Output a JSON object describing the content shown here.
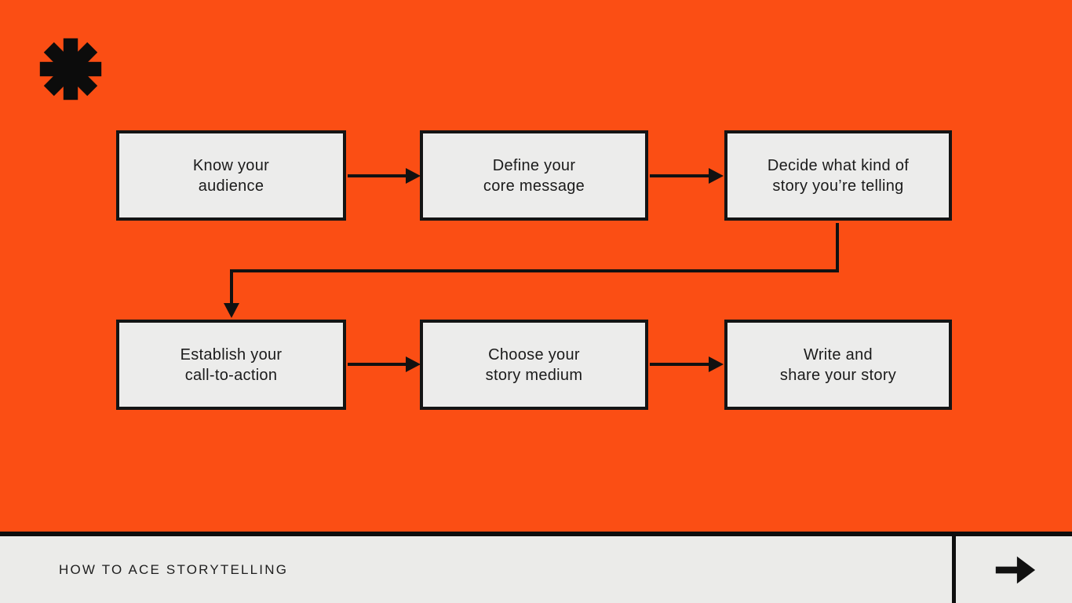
{
  "colors": {
    "background_orange": "#FB4E14",
    "box_fill": "#ECECEB",
    "line_black": "#141414",
    "footer_bar": "#EBEBE9"
  },
  "logo": {
    "icon": "asterisk-icon"
  },
  "flowchart": {
    "boxes": [
      {
        "id": 1,
        "lines": [
          "Know your",
          "audience"
        ]
      },
      {
        "id": 2,
        "lines": [
          "Define your",
          "core message"
        ]
      },
      {
        "id": 3,
        "lines": [
          "Decide what kind of",
          "story you’re telling"
        ]
      },
      {
        "id": 4,
        "lines": [
          "Establish your",
          "call-to-action"
        ]
      },
      {
        "id": 5,
        "lines": [
          "Choose your",
          "story medium"
        ]
      },
      {
        "id": 6,
        "lines": [
          "Write and",
          "share your story"
        ]
      }
    ],
    "edges": [
      {
        "from": 1,
        "to": 2
      },
      {
        "from": 2,
        "to": 3
      },
      {
        "from": 3,
        "to": 4
      },
      {
        "from": 4,
        "to": 5
      },
      {
        "from": 5,
        "to": 6
      }
    ]
  },
  "footer": {
    "title": "HOW TO ACE STORYTELLING",
    "next_button_icon": "arrow-right-icon"
  }
}
